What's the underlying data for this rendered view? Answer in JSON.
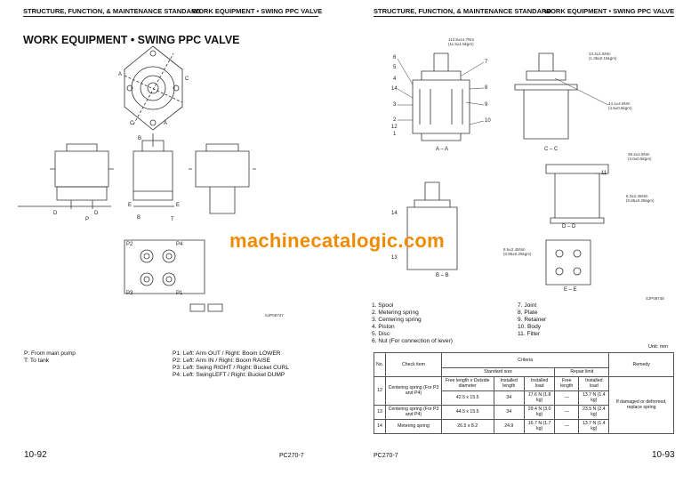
{
  "left_page": {
    "header_left": "STRUCTURE, FUNCTION, & MAINTENANCE STANDARD",
    "header_right": "WORK EQUIPMENT • SWING PPC VALVE",
    "title": "WORK EQUIPMENT • SWING PPC VALVE",
    "figure_id": "SJP08747",
    "diagram_labels": [
      "A",
      "C",
      "C",
      "A",
      "B",
      "D",
      "D",
      "E",
      "E",
      "P",
      "T",
      "B",
      "P2",
      "P4",
      "P3",
      "P1"
    ],
    "ports": [
      "P:  From main pump",
      "T:  To tank"
    ],
    "functions": [
      "P1: Left: Arm OUT / Right: Boom LOWER",
      "P2: Left: Arm IN / Right:  Boom RAISE",
      "P3: Left: Swing RIGHT / Right:  Bucket CURL",
      "P4: Left: SwingLEFT / Right: Bucket DUMP"
    ],
    "page_number": "10-92",
    "model": "PC270-7"
  },
  "right_page": {
    "header_left": "STRUCTURE, FUNCTION, & MAINTENANCE STANDARD",
    "header_right": "WORK EQUIPMENT • SWING PPC VALVE",
    "section_labels": {
      "aa": "A – A",
      "cc": "C – C",
      "dd": "D – D",
      "bb": "B – B",
      "ee": "E – E"
    },
    "figure_id": "SJP08748",
    "torques": {
      "t1": [
        "112.8±14.7Nm",
        "(11.5±1.5kgm)"
      ],
      "t2": [
        "13.2±1.5Nm",
        "(1.35±0.15kgm)"
      ],
      "t3": [
        "44.1±4.9Nm",
        "(4.5±0.5kgm)"
      ],
      "t4": [
        "39.2±4.9Nm",
        "(4.0±0.5kgm)"
      ],
      "t5": [
        "8.3±2.45Nm",
        "(0.85±0.25kgm)"
      ],
      "t6": [
        "8.6±2.45Nm",
        "(0.85±0.25kgm)"
      ]
    },
    "callouts": {
      "c6": "6",
      "c5": "5",
      "c4": "4",
      "c14": "14",
      "c3": "3",
      "c2": "2",
      "c12": "12",
      "c1": "1",
      "c7": "7",
      "c8": "8",
      "c9": "9",
      "c10": "10",
      "c11": "11",
      "c14b": "14",
      "c13": "13"
    },
    "parts_left": [
      "1.  Spool",
      "2.  Metering spring",
      "3.  Centering spring",
      "4.  Piston",
      "5.  Disc",
      "6.  Nut (For connection of lever)"
    ],
    "parts_right": [
      "7.   Joint",
      "8.   Plate",
      "9.   Retainer",
      "10.  Body",
      "11.  Filter"
    ],
    "unit": "Unit: mm",
    "table": {
      "h_no": "No.",
      "h_item": "Check item",
      "h_criteria": "Criteria",
      "h_remedy": "Remedy",
      "h_std": "Standard size",
      "h_repair": "Repair limit",
      "h_free": "Free length x Outside diameter",
      "h_inst_len": "Installed length",
      "h_inst_load": "Installed load",
      "h_free_len": "Free length",
      "h_inst_load2": "Installed load",
      "rows": [
        {
          "no": "12",
          "item": "Centering spring (For P3 and P4)",
          "free": "42.5 x 15.5",
          "len": "34",
          "load": "17.6 N (1.8 kg)",
          "rfree": "—",
          "rload": "13.7 N (1.4 kg)"
        },
        {
          "no": "13",
          "item": "Centering spring (For P3 and P4)",
          "free": "44.5 x 15.5",
          "len": "34",
          "load": "29.4 N (3.0 kg)",
          "rfree": "—",
          "rload": "23.5 N (2.4 kg)"
        },
        {
          "no": "14",
          "item": "Metering spring",
          "free": "26.5 x 8.2",
          "len": "24.9",
          "load": "16.7 N (1.7 kg)",
          "rfree": "—",
          "rload": "13.7 N (1.4 kg)"
        }
      ],
      "remedy": "If damaged or deformed, replace spring"
    },
    "model": "PC270-7",
    "page_number": "10-93"
  },
  "watermark": "machinecatalogic.com"
}
